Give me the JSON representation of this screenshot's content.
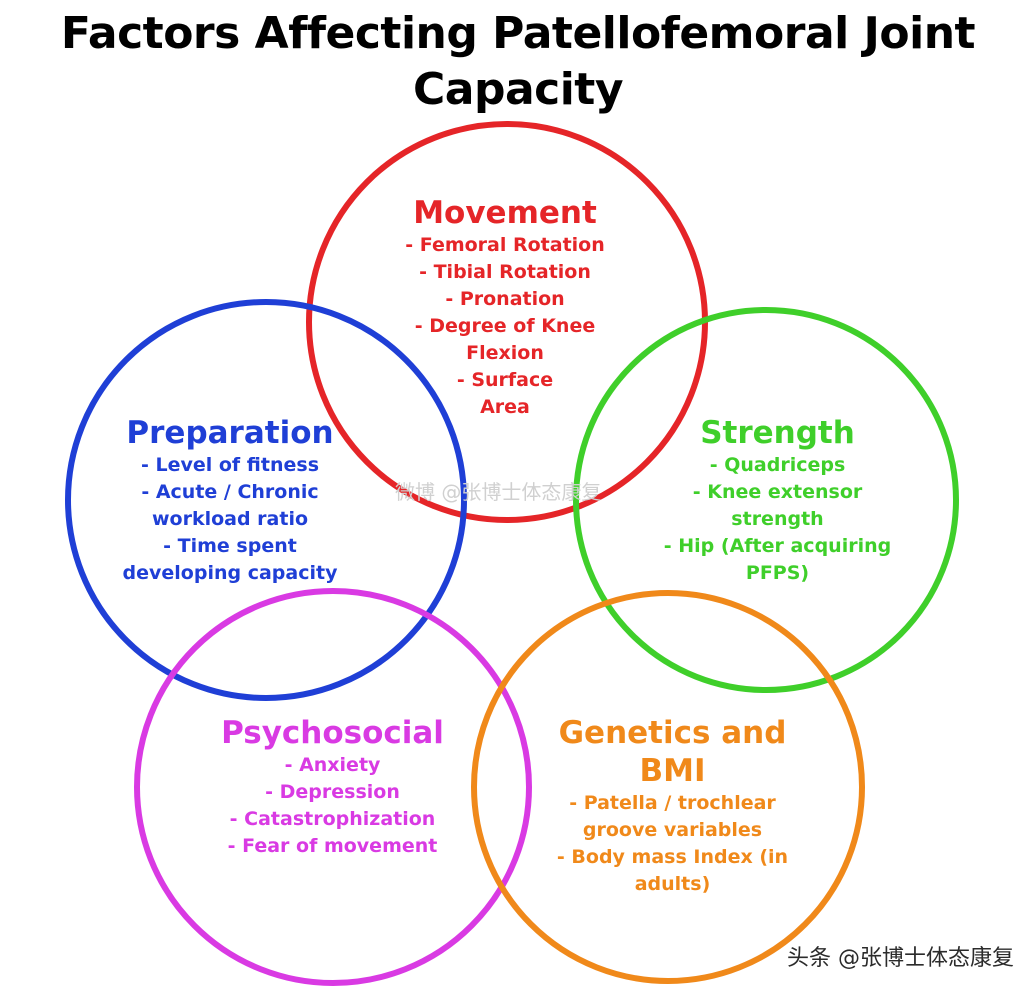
{
  "title": {
    "line1": "Factors Affecting Patellofemoral Joint",
    "line2": "Capacity"
  },
  "colors": {
    "movement": "#e52528",
    "preparation": "#1f3fd6",
    "strength": "#3fcf2a",
    "psychosocial": "#d93ae3",
    "genetics": "#f0891a"
  },
  "circles": {
    "movement": {
      "heading": "Movement",
      "items": [
        "- Femoral Rotation",
        "- Tibial Rotation",
        "- Pronation",
        "- Degree of Knee",
        "Flexion",
        "- Surface",
        "Area"
      ]
    },
    "preparation": {
      "heading": "Preparation",
      "items": [
        "- Level of fitness",
        "- Acute / Chronic",
        "workload ratio",
        "- Time spent",
        "developing capacity"
      ]
    },
    "strength": {
      "heading": "Strength",
      "items": [
        "- Quadriceps",
        "- Knee extensor",
        "strength",
        "- Hip (After acquiring",
        "PFPS)"
      ]
    },
    "psychosocial": {
      "heading": "Psychosocial",
      "items": [
        "- Anxiety",
        "- Depression",
        "- Catastrophization",
        "- Fear of movement"
      ]
    },
    "genetics": {
      "heading_line1": "Genetics and",
      "heading_line2": "BMI",
      "items": [
        "- Patella / trochlear",
        "groove variables",
        "- Body mass Index (in",
        "adults)"
      ]
    }
  },
  "watermark": "微博 @张博士体态康复",
  "credit": "头条 @张博士体态康复"
}
